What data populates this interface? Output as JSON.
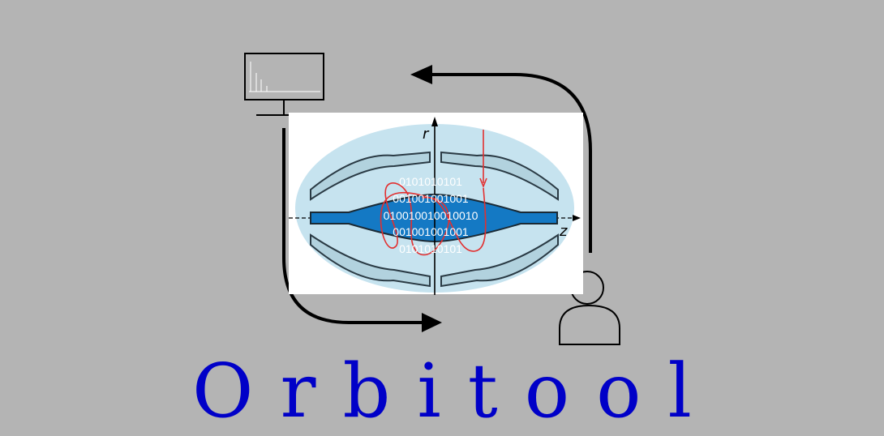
{
  "logo": {
    "title": "Orbitool",
    "title_color": "#0000c8",
    "background": "#b4b4b4"
  },
  "orbitrap": {
    "axis_r": "r",
    "axis_z": "z",
    "binary_lines": [
      "0101010101",
      "001001001001",
      "010010010010010",
      "001001001001",
      "0101010101"
    ],
    "colors": {
      "panel": "#ffffff",
      "outer_ellipse": "#c6e3ef",
      "electrode": "#b2d2de",
      "spindle": "#1479c4",
      "ion_path": "#e23030",
      "binary_text": "#ffffff"
    }
  },
  "icons": [
    "monitor-icon",
    "user-icon",
    "arrow-left-icon",
    "arrow-right-icon"
  ]
}
